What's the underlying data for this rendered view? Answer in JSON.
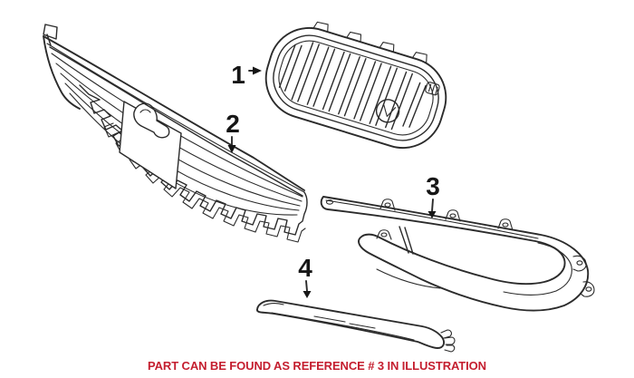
{
  "illustration": {
    "line_color": "#2b2b2b",
    "callouts": [
      {
        "number": "1",
        "arrow": "right"
      },
      {
        "number": "2",
        "arrow": "down"
      },
      {
        "number": "3",
        "arrow": "down"
      },
      {
        "number": "4",
        "arrow": "down"
      }
    ]
  },
  "footer": {
    "note": "PART CAN BE FOUND AS REFERENCE # 3 IN ILLUSTRATION",
    "color": "#c41e2f"
  }
}
